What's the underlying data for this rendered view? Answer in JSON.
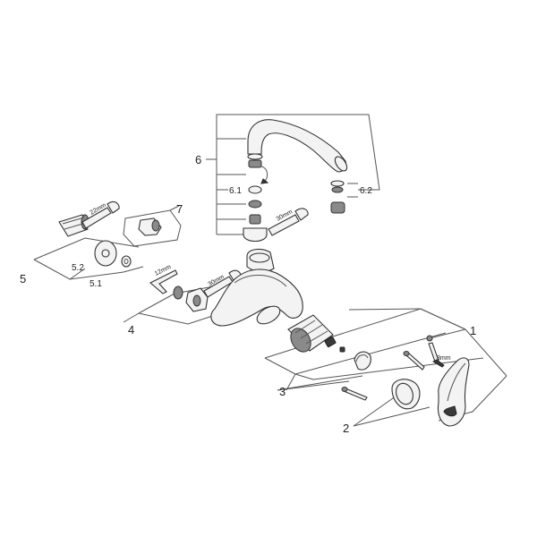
{
  "callouts": {
    "c1": "1",
    "c2": "2",
    "c3": "3",
    "c4": "4",
    "c5": "5",
    "c5_1": "5.1",
    "c5_2": "5.2",
    "c6": "6",
    "c6_1": "6.1",
    "c6_2": "6.2",
    "c7": "7"
  },
  "tools": {
    "wrench_22": "22mm",
    "wrench_30_left": "30mm",
    "wrench_30_top": "30mm",
    "hex_12": "12mm",
    "hex_3": "3mm"
  }
}
